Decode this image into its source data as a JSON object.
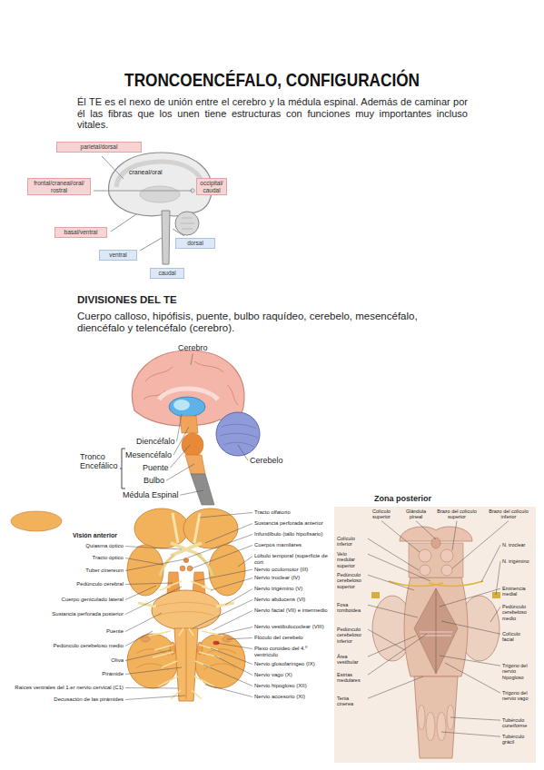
{
  "diagram": {
    "title": "TRONCOENCÉFALO, CONFIGURACIÓN",
    "nodes": [
      {
        "text": [
          "parietal/dorsal"
        ]
      },
      {
        "text": [
          "frontal/craneal/oral/ rostral"
        ]
      },
      {
        "text": [
          "occipital/ caudal"
        ]
      },
      {
        "text": [
          "basal/ventral"
        ]
      },
      {
        "text": [
          "dorsal"
        ]
      },
      {
        "text": [
          "ventral"
        ]
      },
      {
        "text": [
          "caudal"
        ]
      }
    ],
    "labels": [
      "Él TE es el nexo de unión entre el cerebro y la médula espinal. Además de caminar por él las fibras que los unen tiene estructuras con funciones muy importantes incluso vitales.",
      "craneal/oral",
      "DIVISIONES DEL TE",
      "Cuerpo calloso, hipófisis, puente, bulbo raquídeo, cerebelo, mesencéfalo, diencéfalo y telencéfalo (cerebro).",
      "Cerebro",
      "Diencéfalo",
      "Mesencéfalo",
      "Puente",
      "Bulbo",
      "Médula Espinal",
      "Tronco Encefálico",
      "Cerebelo",
      "Visión anterior",
      "Quiasma óptico",
      "Tracto óptico",
      "Tuber cinereum",
      "Pedúnculo cerebral",
      "Cuerpo geniculado lateral",
      "Sustancia perforada posterior",
      "Puente",
      "Pedúnculo cerebeloso medio",
      "Oliva",
      "Pirámide",
      "Raíces ventrales del 1.er nervio cervical (C1)",
      "Decusación de las pirámides",
      "Tracto olfatorio",
      "Sustancia perforada anterior",
      "Infundíbulo (tallo hipofisario)",
      "Cuerpos mamilares",
      "Lóbulo temporal (superficie de cort",
      "Nervio oculomotor (III)",
      "Nervio troclear (IV)",
      "Nervio trigémino (V)",
      "Nervio abducens (VI)",
      "Nervio facial (VII) e intermedio",
      "Nervio vestibulococlear (VIII)",
      "Flóculo del cerebelo",
      "Plexo coroideo del 4.º ventrículo",
      "Nervio glosofaríngeo (IX)",
      "Nervio vago (X)",
      "Nervio hipogloso (XII)",
      "Nervio accesorio (XI)",
      "Zona posterior",
      "Colículo superior",
      "Glándula pineal",
      "Brazo del colículo superior",
      "Brazo del colículo inferior",
      "Colículo inferior",
      "Velo medular superior",
      "N. troclear",
      "N. trigémino",
      "Pedúnculo cerebeloso superior",
      "Fosa romboidea",
      "Eminencia medial",
      "Pedúnculo cerebeloso medio",
      "Colículo facial",
      "Pedúnculo cerebeloso inferior",
      "Área vestibular",
      "Trígono del nervio hipogloso",
      "Estrías medulares",
      "Trígono del nervio vago",
      "Tenia cinerea",
      "Tubérculo cuneiforme",
      "Tubérculo grácil"
    ]
  }
}
